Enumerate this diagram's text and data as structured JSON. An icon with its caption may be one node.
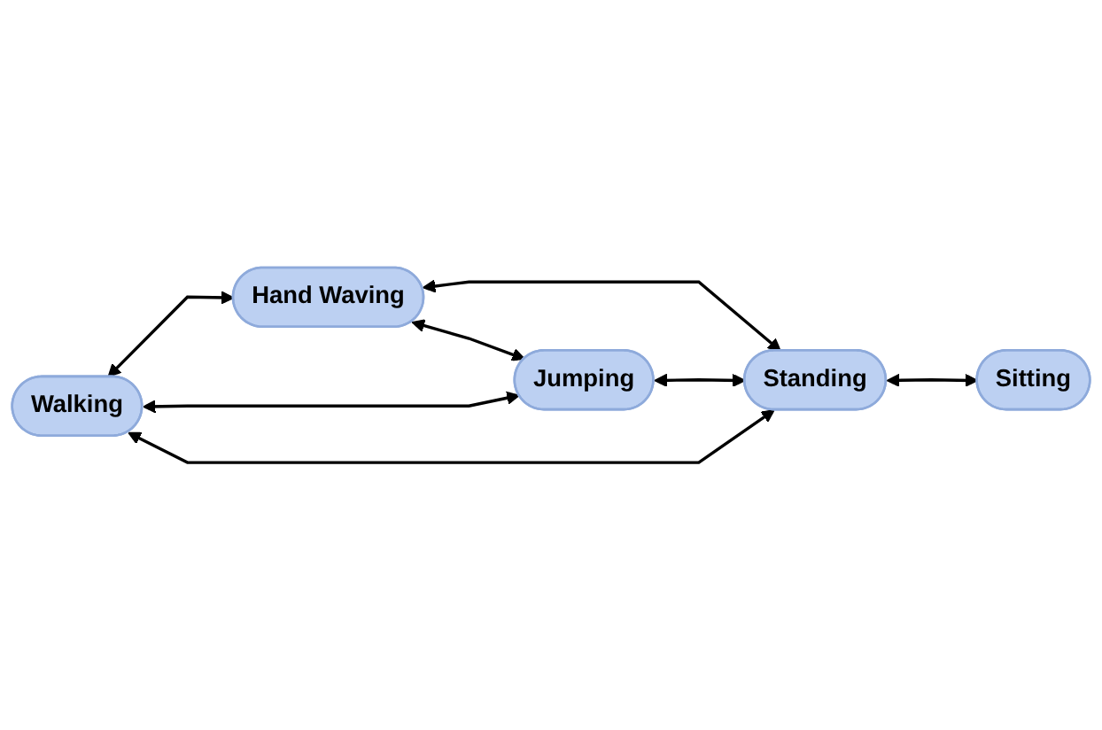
{
  "diagram": {
    "nodes": [
      {
        "text": [
          "Walking"
        ]
      },
      {
        "text": [
          "Hand Waving"
        ]
      },
      {
        "text": [
          "Standing"
        ]
      },
      {
        "text": [
          "Sitting"
        ]
      },
      {
        "text": [
          "Jumping"
        ]
      }
    ],
    "edges": [
      {
        "from": 0,
        "to": 1,
        "arrow": "both"
      },
      {
        "from": 0,
        "to": 4,
        "arrow": "both"
      },
      {
        "from": 0,
        "to": 2,
        "arrow": "both"
      },
      {
        "from": 1,
        "to": 2,
        "arrow": "both"
      },
      {
        "from": 2,
        "to": 3,
        "arrow": "both"
      },
      {
        "from": 1,
        "to": 4,
        "arrow": "both"
      },
      {
        "from": 4,
        "to": 2,
        "arrow": "both"
      }
    ]
  }
}
